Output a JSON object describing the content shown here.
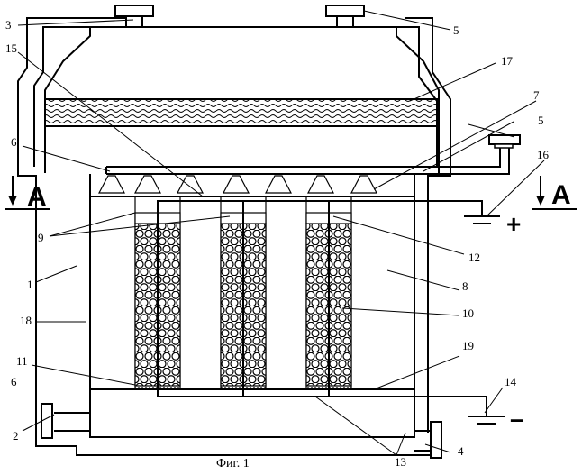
{
  "figure": {
    "caption": "Фиг. 1",
    "section_marker": "A",
    "polarity": {
      "positive": "+",
      "negative": "–"
    }
  },
  "labels": {
    "l1": "1",
    "l2": "2",
    "l3": "3",
    "l4": "4",
    "l5a": "5",
    "l5b": "5",
    "l6a": "6",
    "l6b": "6",
    "l7": "7",
    "l8": "8",
    "l9": "9",
    "l10": "10",
    "l11": "11",
    "l12": "12",
    "l13": "13",
    "l14": "14",
    "l15": "15",
    "l16": "16",
    "l17": "17",
    "l18": "18",
    "l19": "19"
  }
}
